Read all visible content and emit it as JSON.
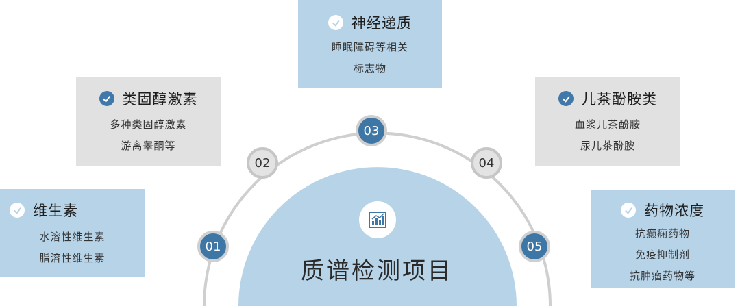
{
  "center": {
    "title": "质谱检测项目",
    "icon": "bar-chart-icon"
  },
  "nodes": [
    {
      "label": "01"
    },
    {
      "label": "02"
    },
    {
      "label": "03"
    },
    {
      "label": "04"
    },
    {
      "label": "05"
    }
  ],
  "cards": [
    {
      "title": "维生素",
      "lines": [
        "水溶性维生素",
        "脂溶性维生素"
      ]
    },
    {
      "title": "类固醇激素",
      "lines": [
        "多种类固醇激素",
        "游离睾酮等"
      ]
    },
    {
      "title": "神经递质",
      "lines": [
        "睡眠障碍等相关",
        "标志物"
      ]
    },
    {
      "title": "儿茶酚胺类",
      "lines": [
        "血浆儿茶酚胺",
        "尿儿茶酚胺"
      ]
    },
    {
      "title": "药物浓度",
      "lines": [
        "抗癫痫药物",
        "免疫抑制剂",
        "抗肿瘤药物等"
      ]
    }
  ],
  "colors": {
    "card_blue": "#b6d3e8",
    "card_grey": "#e1e1e1",
    "node_dark": "#3e76a6",
    "dome": "#b6d3e8"
  }
}
